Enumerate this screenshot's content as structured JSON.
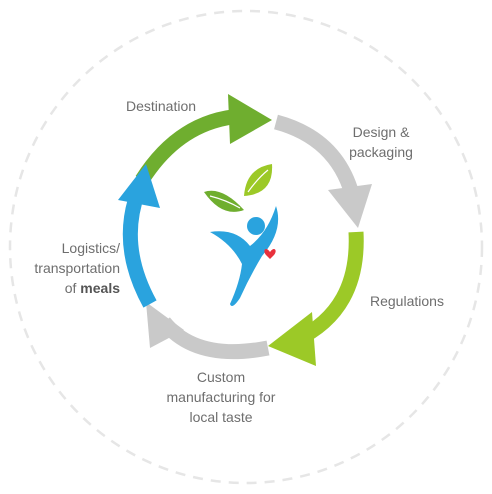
{
  "labels": {
    "destination": "Destination",
    "design_line1": "Design &",
    "design_line2": "packaging",
    "regulations": "Regulations",
    "custom_line1": "Custom",
    "custom_line2": "manufacturing for",
    "custom_line3": "local taste",
    "logistics_line1": "Logistics/",
    "logistics_line2": "transportation",
    "logistics_line3_prefix": "of",
    "logistics_line3_bold": "meals"
  },
  "colors": {
    "green_dark": "#6fae2f",
    "green_light": "#9cc927",
    "grey_arrow": "#c9c9c9",
    "blue_arrow": "#2aa3de",
    "dashed_circle": "#e4e4e4",
    "text": "#6e6e6e",
    "heart": "#e8313c"
  },
  "icons": {
    "logo": "person-with-leaves-logo",
    "heart": "heart-icon"
  }
}
